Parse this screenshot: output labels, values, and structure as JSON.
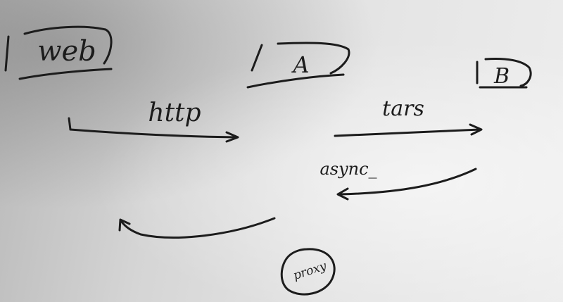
{
  "diagram": {
    "nodes": {
      "web": "web",
      "a": "A",
      "b": "B",
      "proxy": "proxy"
    },
    "edges": {
      "web_to_a": "http",
      "a_to_b": "tars",
      "b_to_a": "async_",
      "a_to_web": ""
    },
    "ink_color": "#1c1c1c"
  }
}
